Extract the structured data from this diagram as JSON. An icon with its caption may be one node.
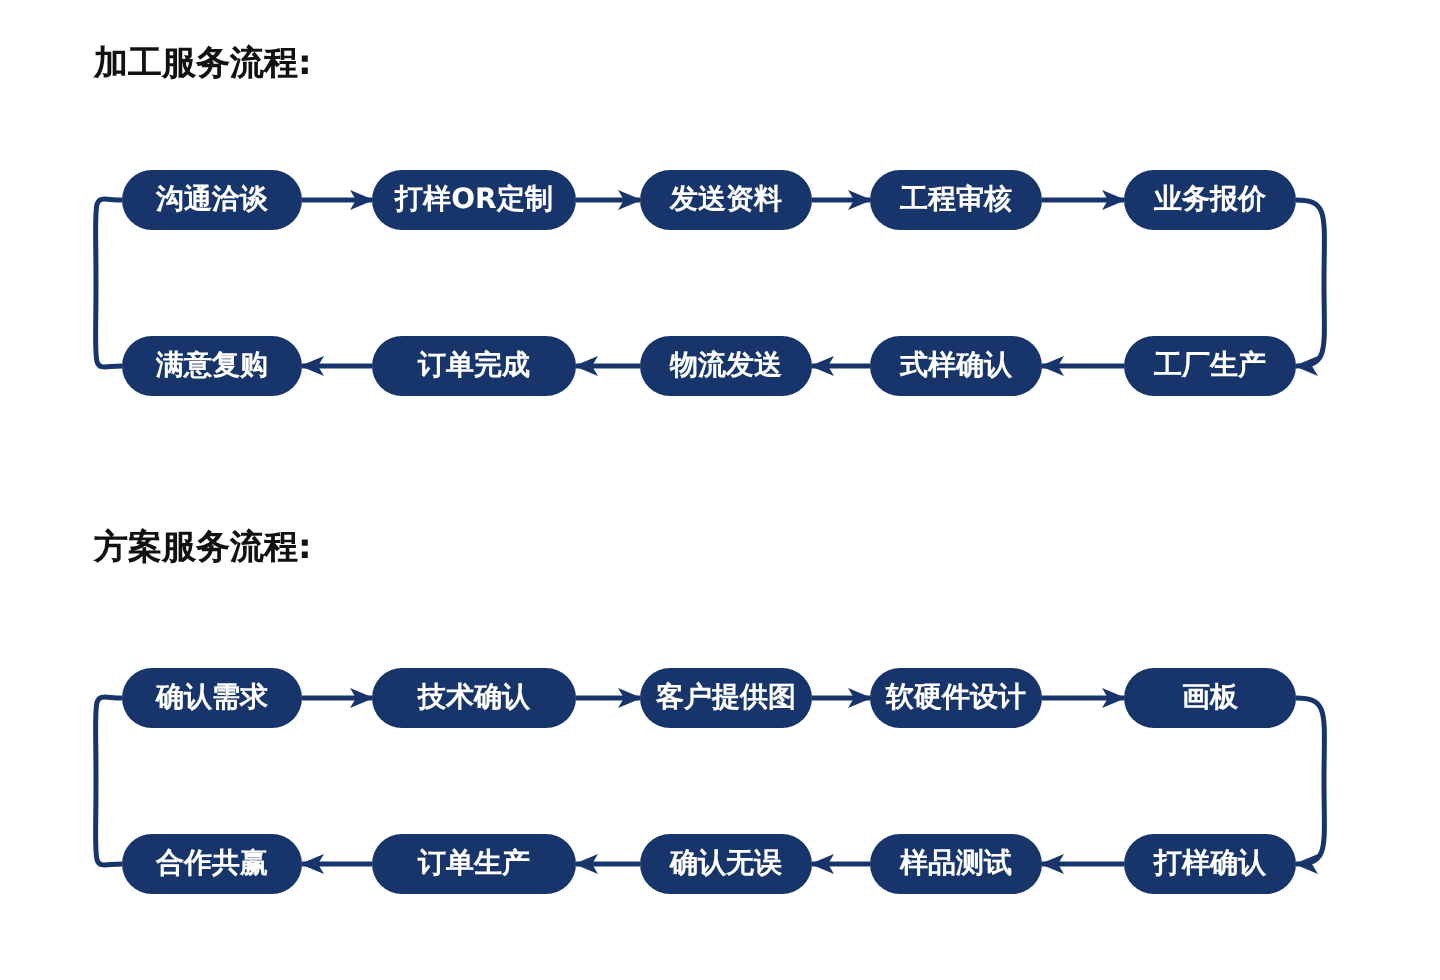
{
  "diagram": {
    "nodes": [
      {
        "text": [
          "沟通洽谈"
        ]
      },
      {
        "text": [
          "打样OR定制"
        ]
      },
      {
        "text": [
          "发送资料"
        ]
      },
      {
        "text": [
          "工程审核"
        ]
      },
      {
        "text": [
          "业务报价"
        ]
      },
      {
        "text": [
          "满意复购"
        ]
      },
      {
        "text": [
          "订单完成"
        ]
      },
      {
        "text": [
          "物流发送"
        ]
      },
      {
        "text": [
          "式样确认"
        ]
      },
      {
        "text": [
          "工厂生产"
        ]
      },
      {
        "text": [
          "确认需求"
        ]
      },
      {
        "text": [
          "技术确认"
        ]
      },
      {
        "text": [
          "客户提供图"
        ]
      },
      {
        "text": [
          "软硬件设计"
        ]
      },
      {
        "text": [
          "画板"
        ]
      },
      {
        "text": [
          "合作共赢"
        ]
      },
      {
        "text": [
          "订单生产"
        ]
      },
      {
        "text": [
          "确认无误"
        ]
      },
      {
        "text": [
          "样品测试"
        ]
      },
      {
        "text": [
          "打样确认"
        ]
      }
    ],
    "edges": [
      {
        "from": 0,
        "to": 1,
        "arrow": "to"
      },
      {
        "from": 1,
        "to": 2,
        "arrow": "to"
      },
      {
        "from": 2,
        "to": 3,
        "arrow": "to"
      },
      {
        "from": 3,
        "to": 4,
        "arrow": "to"
      },
      {
        "from": 4,
        "to": 9,
        "arrow": "to"
      },
      {
        "from": 9,
        "to": 8,
        "arrow": "to"
      },
      {
        "from": 8,
        "to": 7,
        "arrow": "to"
      },
      {
        "from": 7,
        "to": 6,
        "arrow": "to"
      },
      {
        "from": 6,
        "to": 5,
        "arrow": "to"
      },
      {
        "from": 5,
        "to": 0,
        "arrow": "none"
      },
      {
        "from": 10,
        "to": 11,
        "arrow": "to"
      },
      {
        "from": 11,
        "to": 12,
        "arrow": "to"
      },
      {
        "from": 12,
        "to": 13,
        "arrow": "to"
      },
      {
        "from": 13,
        "to": 14,
        "arrow": "to"
      },
      {
        "from": 14,
        "to": 19,
        "arrow": "to"
      },
      {
        "from": 19,
        "to": 18,
        "arrow": "to"
      },
      {
        "from": 18,
        "to": 17,
        "arrow": "to"
      },
      {
        "from": 17,
        "to": 16,
        "arrow": "to"
      },
      {
        "from": 16,
        "to": 15,
        "arrow": "to"
      },
      {
        "from": 15,
        "to": 10,
        "arrow": "none"
      }
    ],
    "labels": [
      "加工服务流程:",
      "方案服务流程:"
    ]
  }
}
